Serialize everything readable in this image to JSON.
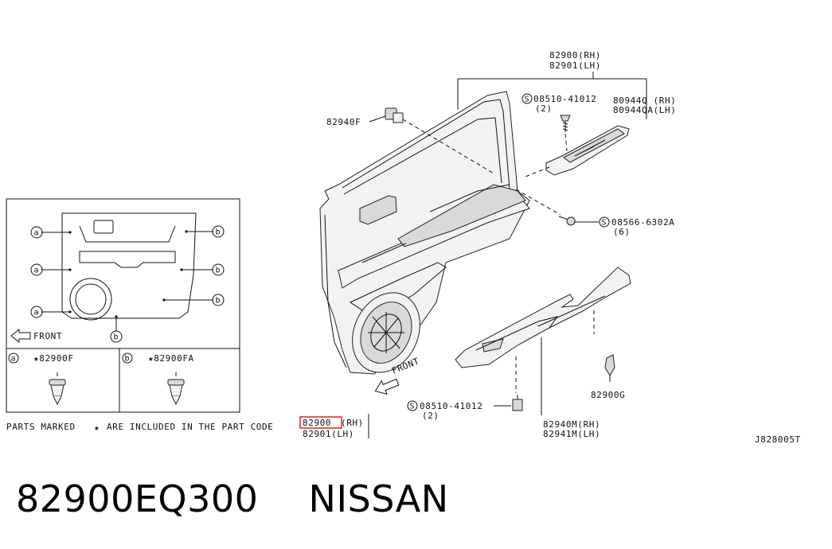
{
  "labels": {
    "panel_code_rh": "82900(RH)",
    "panel_code_lh": "82901(LH)",
    "clip_top": "82940F",
    "screw_top_code": "08510-41012",
    "screw_top_qty": "(2)",
    "finisher_rh": "80944Q (RH)",
    "finisher_lh": "80944QA(LH)",
    "screw_mid_code": "08566-6302A",
    "screw_mid_qty": "(6)",
    "front_main": "FRONT",
    "screw_bottom_code": "08510-41012",
    "screw_bottom_qty": "(2)",
    "clip_right": "82900G",
    "armrest_rh": "82940M(RH)",
    "armrest_lh": "82941M(LH)",
    "diagram_id": "J828005T",
    "s_symbol": "S"
  },
  "inset": {
    "front_label": "FRONT",
    "marker_a": "a",
    "marker_b": "b",
    "clip_a_label": "★82900F",
    "clip_b_label": "★82900FA"
  },
  "note": {
    "text_prefix": "PARTS MARKED",
    "star": "★",
    "text_suffix": "ARE INCLUDED IN THE PART CODE",
    "code_highlighted": "82900",
    "code_rh_suffix": "(RH)",
    "code_lh": "82901(LH)",
    "highlight_color": "#e0201b"
  },
  "caption": {
    "part_number": "82900EQ300",
    "brand": "NISSAN"
  }
}
